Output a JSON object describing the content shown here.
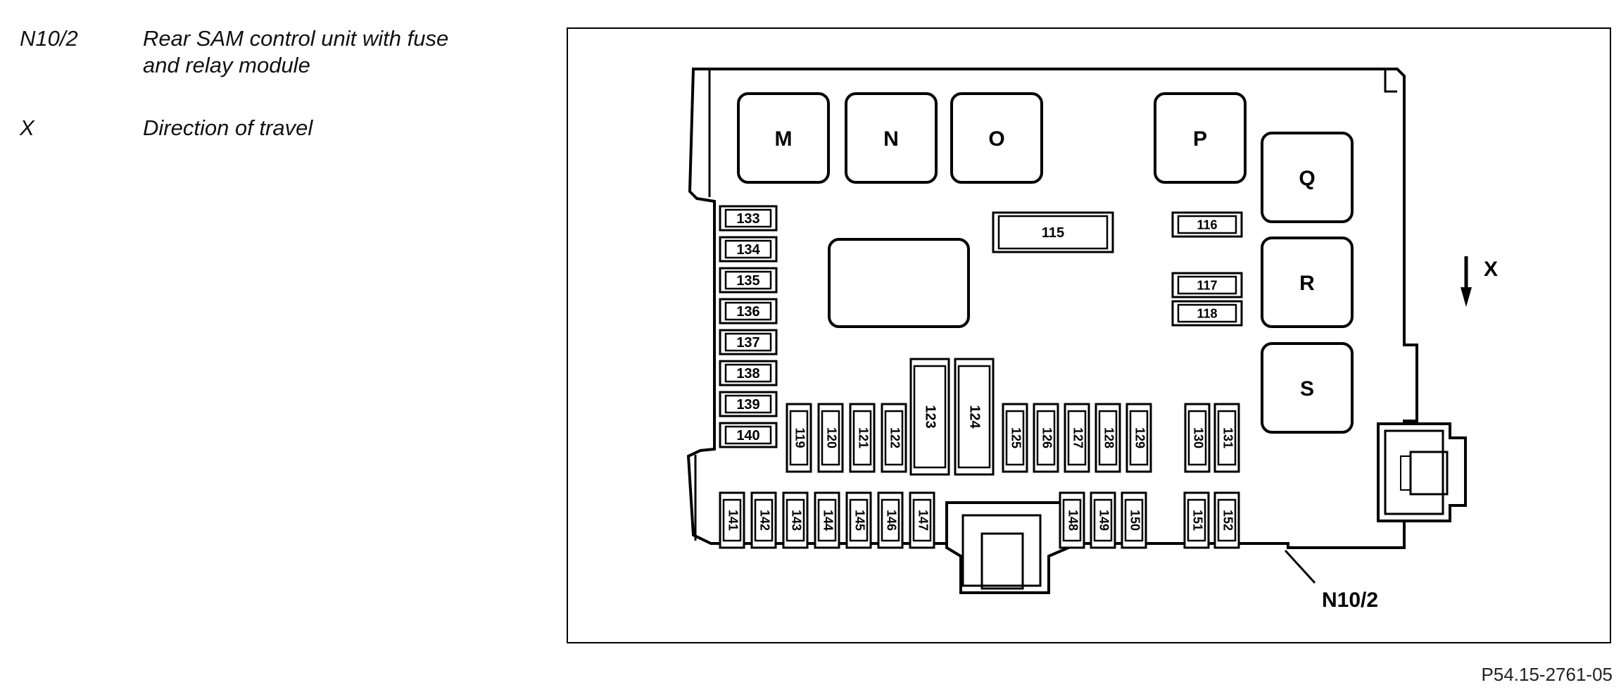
{
  "legend": [
    {
      "code": "N10/2",
      "description": "Rear SAM control unit with fuse\nand relay module"
    },
    {
      "code": "X",
      "description": "Direction of travel"
    }
  ],
  "diagram": {
    "callout_label": "N10/2",
    "direction_label": "X",
    "relays": [
      "M",
      "N",
      "O",
      "P",
      "Q",
      "R",
      "S"
    ],
    "left_fuses": [
      "133",
      "134",
      "135",
      "136",
      "137",
      "138",
      "139",
      "140"
    ],
    "large_fuses": [
      "115",
      "116",
      "117",
      "118"
    ],
    "maxi_fuses": [
      "123",
      "124"
    ],
    "middle_fuses_a": [
      "119",
      "120",
      "121",
      "122"
    ],
    "middle_fuses_b": [
      "125",
      "126",
      "127",
      "128",
      "129"
    ],
    "middle_fuses_c": [
      "130",
      "131"
    ],
    "bottom_fuses_a": [
      "141",
      "142",
      "143",
      "144",
      "145",
      "146",
      "147"
    ],
    "bottom_fuses_b": [
      "148",
      "149",
      "150"
    ],
    "bottom_fuses_c": [
      "151",
      "152"
    ]
  },
  "reference": "P54.15-2761-05"
}
